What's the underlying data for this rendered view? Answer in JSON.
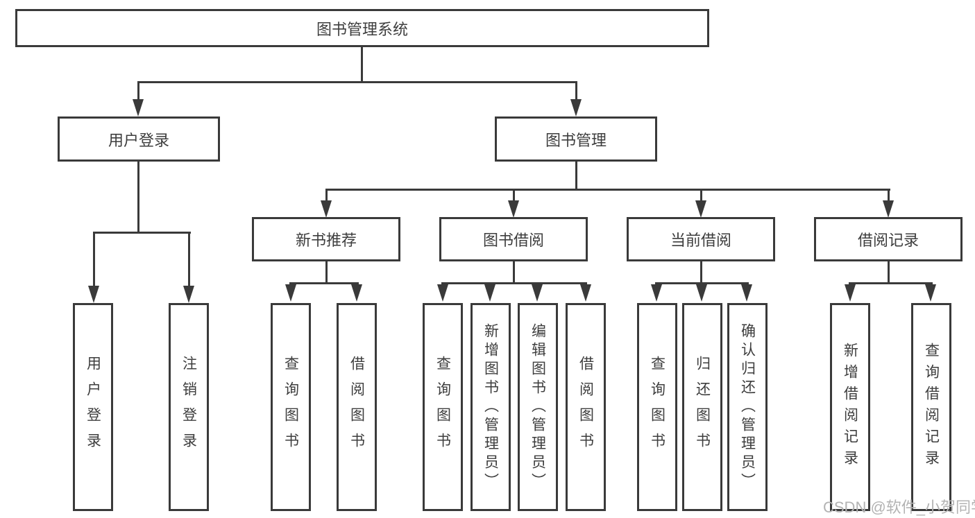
{
  "tree": {
    "label": "图书管理系统",
    "children": [
      {
        "label": "用户登录",
        "children": [
          {
            "label": "用户登录"
          },
          {
            "label": "注销登录"
          }
        ]
      },
      {
        "label": "图书管理",
        "children": [
          {
            "label": "新书推荐",
            "children": [
              {
                "label": "查询图书"
              },
              {
                "label": "借阅图书"
              }
            ]
          },
          {
            "label": "图书借阅",
            "children": [
              {
                "label": "查询图书"
              },
              {
                "label": "新增图书（管理员）"
              },
              {
                "label": "编辑图书（管理员）"
              },
              {
                "label": "借阅图书"
              }
            ]
          },
          {
            "label": "当前借阅",
            "children": [
              {
                "label": "查询图书"
              },
              {
                "label": "归还图书"
              },
              {
                "label": "确认归还（管理员）"
              }
            ]
          },
          {
            "label": "借阅记录",
            "children": [
              {
                "label": "新增借阅记录"
              },
              {
                "label": "查询借阅记录"
              }
            ]
          }
        ]
      }
    ]
  },
  "watermark": {
    "text": "CSDN @软件_小贺同学"
  },
  "colors": {
    "line": "#3a3a3a",
    "text": "#3d3d3d",
    "box_fill": "#ffffff",
    "background": "#ffffff",
    "watermark": "#b3b3b3"
  }
}
